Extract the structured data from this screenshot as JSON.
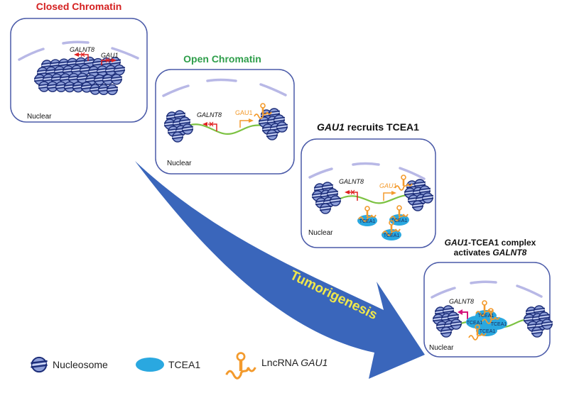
{
  "colors": {
    "panel_border": "#4a5aa8",
    "membrane": "#b8b8e6",
    "membrane_edge": "#7a7ac0",
    "nucleosome_fill": "#8e9fd8",
    "nucleosome_edge": "#1c2d78",
    "dna": "#7cc242",
    "repressed": "#e02020",
    "gau1": "#f39a2c",
    "activated": "#d4147c",
    "tcea1": "#2aa8e0",
    "arrow": "#3a66bb",
    "arrow_text": "#f0e84a",
    "title_closed": "#d42020",
    "title_open": "#2e9e4a"
  },
  "panels": [
    {
      "id": "closed",
      "title": "Closed Chromatin",
      "title_parts": [
        {
          "text": "Closed Chromatin",
          "italic": false
        }
      ],
      "nuclear_label": "Nuclear",
      "genes": [
        {
          "name": "GALNT8",
          "state": "repressed",
          "direction": "left"
        },
        {
          "name": "GAU1",
          "state": "repressed",
          "direction": "right"
        }
      ]
    },
    {
      "id": "open",
      "title": "Open Chromatin",
      "title_parts": [
        {
          "text": "Open Chromatin",
          "italic": false
        }
      ],
      "nuclear_label": "Nuclear",
      "genes": [
        {
          "name": "GALNT8",
          "state": "repressed",
          "direction": "left"
        },
        {
          "name": "GAU1",
          "state": "active",
          "direction": "right"
        }
      ]
    },
    {
      "id": "recruits",
      "title": "GAU1 recruits TCEA1",
      "title_parts": [
        {
          "text": "GAU1",
          "italic": true
        },
        {
          "text": " recruits TCEA1",
          "italic": false
        }
      ],
      "nuclear_label": "Nuclear",
      "genes": [
        {
          "name": "GALNT8",
          "state": "repressed",
          "direction": "left"
        },
        {
          "name": "GAU1",
          "state": "active",
          "direction": "right"
        }
      ],
      "protein_label": "TCEA1"
    },
    {
      "id": "activates",
      "title": "GAU1-TCEA1 complex activates GALNT8",
      "title_line1": [
        {
          "text": "GAU1",
          "italic": true
        },
        {
          "text": "-TCEA1 complex",
          "italic": false
        }
      ],
      "title_line2": [
        {
          "text": "activates ",
          "italic": false
        },
        {
          "text": "GALNT8",
          "italic": true
        }
      ],
      "nuclear_label": "Nuclear",
      "genes": [
        {
          "name": "GALNT8",
          "state": "activated",
          "direction": "left"
        }
      ],
      "protein_label": "TCEA1"
    }
  ],
  "process_arrow": {
    "label": "Tumorigenesis"
  },
  "legend": [
    {
      "icon": "nucleosome-icon",
      "label": "Nucleosome"
    },
    {
      "icon": "tcea1-protein-icon",
      "label": "TCEA1"
    },
    {
      "icon": "lncrna-icon",
      "label_prefix": "LncRNA ",
      "label_italic": "GAU1"
    }
  ]
}
